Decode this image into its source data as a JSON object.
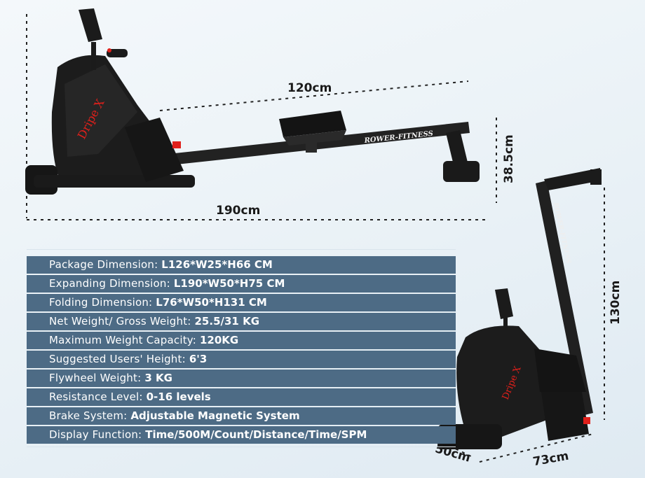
{
  "dimensions": {
    "length_rail": "120cm",
    "length_total": "190cm",
    "height_seat": "38.5cm",
    "folded_height": "130cm",
    "folded_depth": "50cm",
    "folded_width": "73cm"
  },
  "branding": {
    "logo_text": "Dripe X",
    "rail_text": "ROWER-FITNESS"
  },
  "specs": [
    {
      "label": "Package Dimension: ",
      "value": "L126*W25*H66 CM"
    },
    {
      "label": "Expanding Dimension: ",
      "value": "L190*W50*H75 CM"
    },
    {
      "label": "Folding Dimension: ",
      "value": "L76*W50*H131 CM"
    },
    {
      "label": "Net Weight/ Gross Weight: ",
      "value": "25.5/31 KG"
    },
    {
      "label": "Maximum Weight Capacity: ",
      "value": "120KG"
    },
    {
      "label": "Suggested Users' Height: ",
      "value": "6'3"
    },
    {
      "label": "Flywheel Weight: ",
      "value": "3 KG"
    },
    {
      "label": "Resistance Level: ",
      "value": "0-16 levels"
    },
    {
      "label": "Brake System: ",
      "value": "Adjustable Magnetic System"
    },
    {
      "label": "Display Function: ",
      "value": "Time/500M/Count/Distance/Time/SPM"
    }
  ],
  "colors": {
    "table_bg": "#4d6b85",
    "machine": "#1b1b1b",
    "accent_red": "#e0201b"
  }
}
